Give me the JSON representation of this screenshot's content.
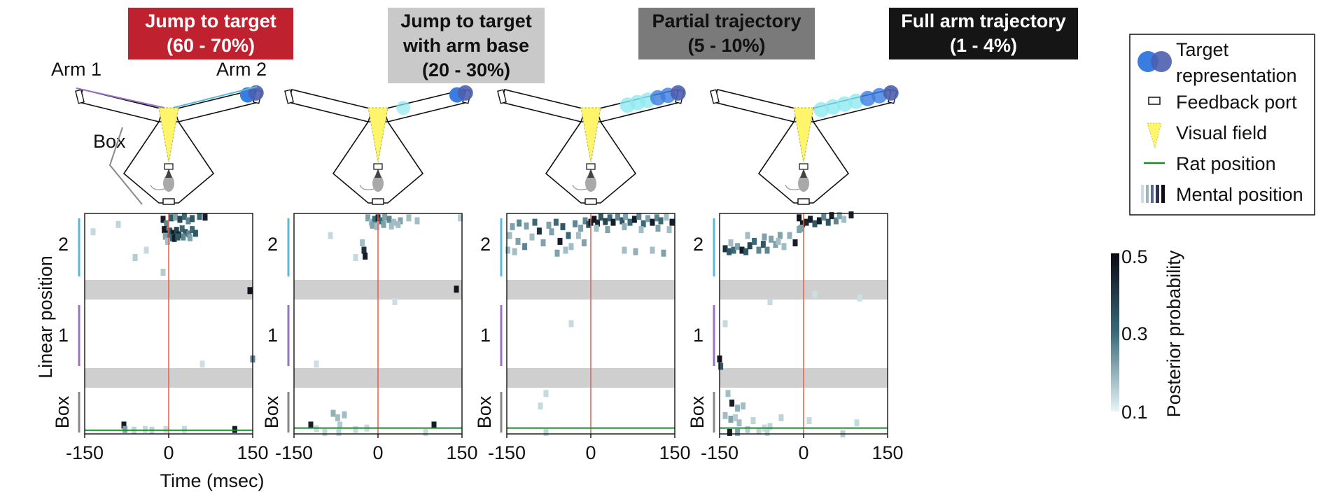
{
  "panels": [
    {
      "title_lines": [
        "Jump to target",
        "(60 - 70%)"
      ],
      "title_bg": "#c0212f",
      "title_fg": "#ffffff",
      "target_style": "end",
      "show_arm_labels": true,
      "box_marker_value": 0.05,
      "posterior_pixels": [
        [
          -10,
          2.92,
          0.9
        ],
        [
          -4,
          2.86,
          0.4
        ],
        [
          5,
          2.94,
          0.6
        ],
        [
          12,
          2.95,
          0.3
        ],
        [
          20,
          2.92,
          0.7
        ],
        [
          28,
          2.96,
          0.5
        ],
        [
          35,
          2.9,
          0.4
        ],
        [
          42,
          2.93,
          0.6
        ],
        [
          55,
          2.96,
          0.5
        ],
        [
          65,
          2.95,
          0.9
        ],
        [
          -8,
          2.78,
          0.9
        ],
        [
          -3,
          2.72,
          0.95
        ],
        [
          2,
          2.76,
          0.6
        ],
        [
          8,
          2.73,
          0.9
        ],
        [
          14,
          2.77,
          0.7
        ],
        [
          18,
          2.71,
          0.85
        ],
        [
          24,
          2.79,
          0.5
        ],
        [
          30,
          2.74,
          0.6
        ],
        [
          36,
          2.72,
          0.4
        ],
        [
          42,
          2.78,
          0.5
        ],
        [
          48,
          2.73,
          0.6
        ],
        [
          -6,
          2.69,
          0.3
        ],
        [
          4,
          2.67,
          0.5
        ],
        [
          10,
          2.66,
          0.9
        ],
        [
          16,
          2.68,
          0.6
        ],
        [
          26,
          2.68,
          0.4
        ],
        [
          38,
          2.67,
          0.3
        ],
        [
          -2,
          2.62,
          0.2
        ],
        [
          -60,
          2.4,
          0.15
        ],
        [
          -90,
          2.85,
          0.12
        ],
        [
          -135,
          2.75,
          0.1
        ],
        [
          -40,
          2.5,
          0.1
        ],
        [
          -10,
          2.2,
          0.15
        ],
        [
          145,
          1.95,
          0.95
        ],
        [
          150,
          1.02,
          0.4
        ],
        [
          -80,
          0.12,
          0.9
        ],
        [
          -78,
          0.06,
          0.3
        ],
        [
          -62,
          0.05,
          0.12
        ],
        [
          -42,
          0.06,
          0.1
        ],
        [
          -30,
          0.05,
          0.12
        ],
        [
          -5,
          0.06,
          0.1
        ],
        [
          28,
          0.06,
          0.1
        ],
        [
          118,
          0.06,
          0.9
        ],
        [
          60,
          0.95,
          0.08
        ]
      ]
    },
    {
      "title_lines": [
        "Jump to target",
        "with arm base",
        "(20 - 30%)"
      ],
      "title_bg": "#c9c9c9",
      "title_fg": "#111111",
      "target_style": "base",
      "show_arm_labels": false,
      "box_marker_value": 0.08,
      "posterior_pixels": [
        [
          -18,
          2.94,
          0.3
        ],
        [
          -12,
          2.88,
          0.2
        ],
        [
          -6,
          2.92,
          0.5
        ],
        [
          0,
          2.94,
          0.85
        ],
        [
          6,
          2.9,
          0.5
        ],
        [
          12,
          2.95,
          0.3
        ],
        [
          20,
          2.92,
          0.4
        ],
        [
          28,
          2.88,
          0.2
        ],
        [
          40,
          2.9,
          0.3
        ],
        [
          55,
          2.94,
          0.2
        ],
        [
          70,
          2.9,
          0.2
        ],
        [
          -10,
          2.84,
          0.3
        ],
        [
          -2,
          2.82,
          0.2
        ],
        [
          10,
          2.85,
          0.3
        ],
        [
          24,
          2.83,
          0.2
        ],
        [
          36,
          2.85,
          0.2
        ],
        [
          147,
          2.94,
          0.15
        ],
        [
          -25,
          2.5,
          0.8
        ],
        [
          -23,
          2.42,
          0.9
        ],
        [
          -28,
          2.6,
          0.2
        ],
        [
          -40,
          2.4,
          0.1
        ],
        [
          -85,
          2.7,
          0.1
        ],
        [
          140,
          1.97,
          0.95
        ],
        [
          -110,
          0.95,
          0.08
        ],
        [
          30,
          1.8,
          0.08
        ],
        [
          -80,
          0.28,
          0.25
        ],
        [
          -72,
          0.22,
          0.2
        ],
        [
          -60,
          0.26,
          0.2
        ],
        [
          -68,
          0.12,
          0.15
        ],
        [
          -120,
          0.12,
          0.9
        ],
        [
          -110,
          0.07,
          0.1
        ],
        [
          -95,
          0.02,
          0.12
        ],
        [
          -70,
          0.02,
          0.12
        ],
        [
          -40,
          0.06,
          0.1
        ],
        [
          -20,
          0.08,
          0.1
        ],
        [
          100,
          0.12,
          0.9
        ],
        [
          85,
          0.02,
          0.1
        ]
      ]
    },
    {
      "title_lines": [
        "Partial trajectory",
        "(5 - 10%)"
      ],
      "title_bg": "#7a7a7a",
      "title_fg": "#111111",
      "target_style": "partial",
      "show_arm_labels": false,
      "box_marker_value": 0.08,
      "posterior_pixels": [
        [
          -140,
          2.82,
          0.3
        ],
        [
          -128,
          2.87,
          0.4
        ],
        [
          -115,
          2.83,
          0.3
        ],
        [
          -100,
          2.88,
          0.5
        ],
        [
          -92,
          2.76,
          0.8
        ],
        [
          -75,
          2.84,
          0.3
        ],
        [
          -62,
          2.88,
          0.5
        ],
        [
          -50,
          2.82,
          0.6
        ],
        [
          -40,
          2.7,
          0.5
        ],
        [
          -28,
          2.86,
          0.4
        ],
        [
          -18,
          2.8,
          0.3
        ],
        [
          -10,
          2.9,
          0.4
        ],
        [
          -4,
          2.85,
          0.6
        ],
        [
          -145,
          2.7,
          0.2
        ],
        [
          -130,
          2.62,
          0.3
        ],
        [
          -118,
          2.55,
          0.4
        ],
        [
          -105,
          2.68,
          0.2
        ],
        [
          -85,
          2.6,
          0.3
        ],
        [
          -70,
          2.75,
          0.3
        ],
        [
          -55,
          2.62,
          0.9
        ],
        [
          -35,
          2.55,
          0.2
        ],
        [
          -22,
          2.7,
          0.2
        ],
        [
          -12,
          2.6,
          0.3
        ],
        [
          0,
          2.88,
          0.9
        ],
        [
          6,
          2.92,
          0.95
        ],
        [
          12,
          2.87,
          0.85
        ],
        [
          18,
          2.95,
          0.6
        ],
        [
          26,
          2.89,
          0.7
        ],
        [
          34,
          2.94,
          0.5
        ],
        [
          40,
          2.88,
          0.9
        ],
        [
          48,
          2.95,
          0.4
        ],
        [
          56,
          2.9,
          0.6
        ],
        [
          62,
          2.96,
          0.3
        ],
        [
          70,
          2.88,
          0.5
        ],
        [
          78,
          2.92,
          0.9
        ],
        [
          86,
          2.96,
          0.4
        ],
        [
          94,
          2.86,
          0.5
        ],
        [
          102,
          2.93,
          0.3
        ],
        [
          110,
          2.88,
          0.9
        ],
        [
          118,
          2.94,
          0.4
        ],
        [
          125,
          2.9,
          0.5
        ],
        [
          135,
          2.95,
          0.2
        ],
        [
          145,
          2.88,
          0.9
        ],
        [
          10,
          2.8,
          0.2
        ],
        [
          30,
          2.78,
          0.3
        ],
        [
          60,
          2.82,
          0.25
        ],
        [
          90,
          2.78,
          0.2
        ],
        [
          120,
          2.8,
          0.3
        ],
        [
          140,
          2.78,
          0.2
        ],
        [
          -148,
          2.5,
          0.2
        ],
        [
          -136,
          2.48,
          0.2
        ],
        [
          -60,
          2.46,
          0.3
        ],
        [
          -45,
          2.5,
          0.2
        ],
        [
          60,
          2.5,
          0.2
        ],
        [
          80,
          2.48,
          0.25
        ],
        [
          110,
          2.5,
          0.2
        ],
        [
          130,
          2.46,
          0.3
        ],
        [
          -35,
          1.5,
          0.1
        ],
        [
          -80,
          0.55,
          0.1
        ],
        [
          -90,
          0.38,
          0.1
        ],
        [
          -80,
          0.02,
          0.12
        ]
      ]
    },
    {
      "title_lines": [
        "Full arm trajectory",
        "(1 - 4%)"
      ],
      "title_bg": "#151515",
      "title_fg": "#ffffff",
      "target_style": "full",
      "show_arm_labels": false,
      "box_marker_value": 0.08,
      "posterior_pixels": [
        [
          -140,
          2.52,
          0.8
        ],
        [
          -133,
          2.48,
          0.6
        ],
        [
          -125,
          2.5,
          0.5
        ],
        [
          -118,
          2.55,
          0.3
        ],
        [
          -110,
          2.5,
          0.9
        ],
        [
          -103,
          2.48,
          0.6
        ],
        [
          -96,
          2.56,
          0.7
        ],
        [
          -88,
          2.62,
          0.5
        ],
        [
          -80,
          2.5,
          0.4
        ],
        [
          -72,
          2.58,
          0.6
        ],
        [
          -65,
          2.5,
          0.4
        ],
        [
          -58,
          2.65,
          0.3
        ],
        [
          -50,
          2.58,
          0.3
        ],
        [
          -42,
          2.7,
          0.3
        ],
        [
          -35,
          2.55,
          0.2
        ],
        [
          -25,
          2.7,
          0.25
        ],
        [
          -15,
          2.6,
          0.9
        ],
        [
          -8,
          2.78,
          0.3
        ],
        [
          -130,
          2.6,
          0.2
        ],
        [
          -100,
          2.7,
          0.2
        ],
        [
          -70,
          2.68,
          0.3
        ],
        [
          -45,
          2.62,
          0.2
        ],
        [
          -8,
          2.94,
          0.95
        ],
        [
          -2,
          2.86,
          0.9
        ],
        [
          5,
          2.88,
          0.85
        ],
        [
          12,
          2.92,
          0.9
        ],
        [
          20,
          2.86,
          0.6
        ],
        [
          28,
          2.9,
          0.9
        ],
        [
          36,
          2.95,
          0.4
        ],
        [
          44,
          2.88,
          0.6
        ],
        [
          50,
          2.97,
          0.9
        ],
        [
          58,
          2.9,
          0.4
        ],
        [
          64,
          2.97,
          0.3
        ],
        [
          72,
          2.92,
          0.2
        ],
        [
          85,
          2.98,
          0.9
        ],
        [
          -5,
          2.8,
          0.3
        ],
        [
          -140,
          1.5,
          0.1
        ],
        [
          -60,
          1.8,
          0.1
        ],
        [
          20,
          1.9,
          0.08
        ],
        [
          100,
          1.85,
          0.08
        ],
        [
          -150,
          1.02,
          0.95
        ],
        [
          -148,
          0.92,
          0.6
        ],
        [
          -135,
          0.55,
          0.2
        ],
        [
          -128,
          0.42,
          0.9
        ],
        [
          -118,
          0.35,
          0.25
        ],
        [
          -108,
          0.38,
          0.2
        ],
        [
          -140,
          0.25,
          0.2
        ],
        [
          -130,
          0.2,
          0.3
        ],
        [
          -122,
          0.22,
          0.15
        ],
        [
          -115,
          0.15,
          0.2
        ],
        [
          -90,
          0.18,
          0.12
        ],
        [
          -70,
          0.08,
          0.1
        ],
        [
          -60,
          0.1,
          0.12
        ],
        [
          -132,
          0.02,
          0.9
        ],
        [
          -118,
          0.02,
          0.3
        ],
        [
          -100,
          0.06,
          0.15
        ],
        [
          -80,
          0.04,
          0.12
        ],
        [
          -65,
          0.02,
          0.12
        ],
        [
          95,
          0.15,
          0.1
        ],
        [
          70,
          0.0,
          0.15
        ],
        [
          -40,
          0.22,
          0.12
        ],
        [
          10,
          0.18,
          0.1
        ]
      ]
    }
  ],
  "diagram_labels": {
    "arm1": "Arm 1",
    "arm2": "Arm 2",
    "box": "Box"
  },
  "yaxis": {
    "label": "Linear position",
    "track_labels": {
      "arm2": "2",
      "arm1": "1",
      "box": "Box"
    },
    "track_colors": {
      "arm2": "#5bb8d6",
      "arm1": "#9b73c1",
      "box": "#888888"
    }
  },
  "xaxis": {
    "label": "Time (msec)",
    "ticks": [
      -150,
      0,
      150
    ]
  },
  "colorbar": {
    "label": "Posterior probability",
    "ticks": [
      "0.5",
      "0.3",
      "0.1"
    ],
    "cmap_high": "#0a0a14",
    "cmap_mid": "#3a6a78",
    "cmap_low": "#e8f6f7"
  },
  "legend": [
    {
      "icon": "target-representation-icon",
      "lines": [
        "Target",
        "representation"
      ]
    },
    {
      "icon": "feedback-port-icon",
      "lines": [
        "Feedback port"
      ]
    },
    {
      "icon": "visual-field-icon",
      "lines": [
        "Visual field"
      ]
    },
    {
      "icon": "rat-position-icon",
      "lines": [
        "Rat position"
      ]
    },
    {
      "icon": "mental-position-icon",
      "lines": [
        "Mental position"
      ]
    }
  ],
  "colors": {
    "time_zero_line": "#e06050",
    "rat_position_line": "#1a8a2a",
    "gap_band": "#cfcfcf",
    "target_blue": "#3a7de0",
    "target_dark": "#4d5fb0",
    "trail_cyan": "#8eeaf0",
    "visual_field": "#fff56b",
    "arm1_guide": "#9b73c1",
    "arm2_guide": "#5bb8d6"
  }
}
